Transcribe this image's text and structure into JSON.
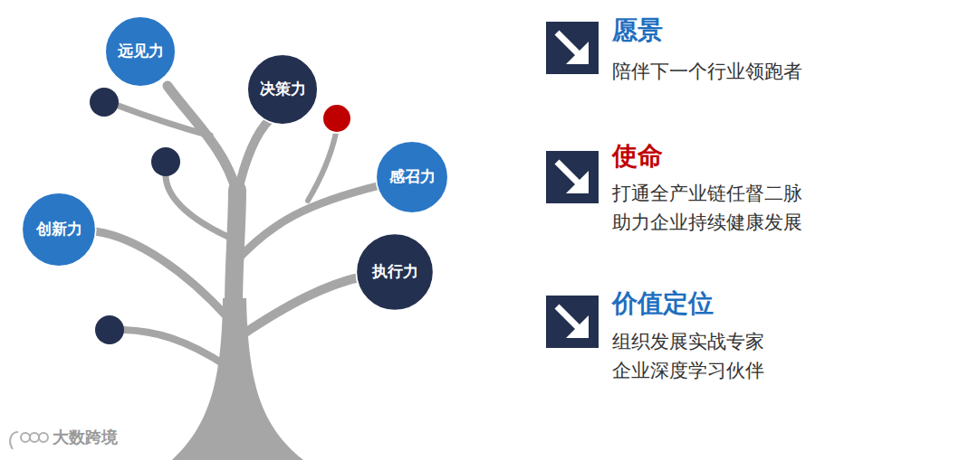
{
  "diagram": {
    "nodes": [
      {
        "text": [
          "远见力"
        ]
      },
      {
        "text": [
          "决策力"
        ]
      },
      {
        "text": [
          "感召力"
        ]
      },
      {
        "text": [
          "创新力"
        ]
      },
      {
        "text": [
          "执行力"
        ]
      }
    ],
    "labels": [
      "愿景",
      "陪伴下一个行业领跑者",
      "使命",
      "打通全产业链任督二脉 助力企业持续健康发展",
      "价值定位",
      "组织发展实战专家 企业深度学习伙伴",
      "大数跨境"
    ]
  }
}
